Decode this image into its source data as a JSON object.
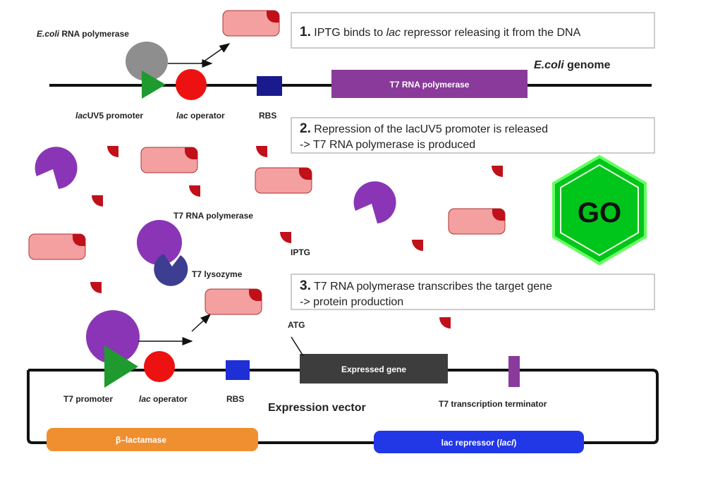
{
  "labels": {
    "ecoli_rnap_italic": "E.coli",
    "ecoli_rnap_rest": " RNA polymerase",
    "ecoli_genome_italic": "E.coli",
    "ecoli_genome_rest": " genome",
    "lacuv5_italic": "lac",
    "lacuv5_rest": "UV5 promoter",
    "lac_operator_top_italic": "lac",
    "lac_operator_top_rest": " operator",
    "rbs_top": "RBS",
    "t7_rnap_gene": "T7 RNA polymerase",
    "t7_rnap_free": "T7 RNA polymerase",
    "iptg": "IPTG",
    "t7_lysozyme": "T7 lysozyme",
    "atg": "ATG",
    "expressed_gene": "Expressed gene",
    "t7_promoter": "T7 promoter",
    "lac_operator_bottom_italic": "lac",
    "lac_operator_bottom_rest": " operator",
    "rbs_bottom": "RBS",
    "expression_vector": "Expression vector",
    "t7_terminator": "T7 transcription terminator",
    "beta_lactamase": "β–lactamase",
    "lac_repressor_main": "lac repressor (",
    "lac_repressor_italic": "lacI",
    "lac_repressor_close": ")",
    "go": "GO"
  },
  "steps": [
    {
      "num": "1.",
      "line1_a": " IPTG binds to ",
      "line1_it": "lac",
      "line1_b": " repressor releasing it from the DNA"
    },
    {
      "num": "2.",
      "line1": " Repression of the lacUV5 promoter is released",
      "line2": "-> T7 RNA polymerase is produced"
    },
    {
      "num": "3.",
      "line1": " T7 RNA polymerase transcribes the target gene",
      "line2": "-> protein production"
    }
  ],
  "colors": {
    "t7_polymerase": "#8a35b5",
    "ecoli_polymerase": "#8e8e8e",
    "lysozyme": "#3d3e91",
    "repressor_body": "#f4a0a0",
    "repressor_corner": "#c0101a",
    "iptg": "#c0101a",
    "promoter": "#1f9a2f",
    "operator": "#ee1111",
    "rbs": "#1a1a8e",
    "rbs_bottom": "#1f2fd6",
    "t7_gene_bar": "#8a3a9a",
    "expressed_gene_bar": "#3d3d3d",
    "terminator": "#8a3a9a",
    "beta_lactamase": "#f08f30",
    "lac_repressor_bar": "#2237e6",
    "go_fill": "#00c51a",
    "go_stroke": "#63ff5e"
  }
}
